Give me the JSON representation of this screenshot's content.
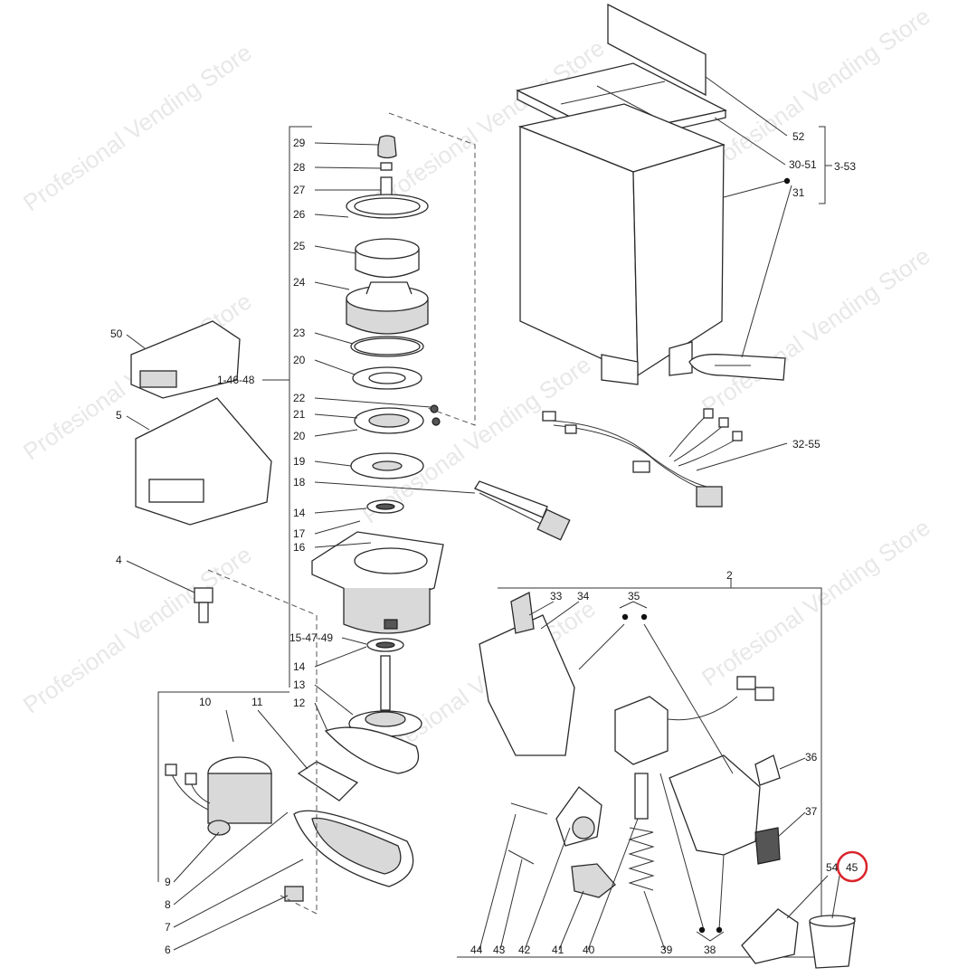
{
  "watermark": "Profesional Vending Store",
  "highlight_color": "#d9252b",
  "labels": {
    "l52": "52",
    "l30_51": "30-51",
    "l3_53": "3-53",
    "l31": "31",
    "l32_55": "32-55",
    "l29": "29",
    "l28": "28",
    "l27": "27",
    "l26": "26",
    "l25": "25",
    "l24": "24",
    "l23": "23",
    "l20a": "20",
    "l22": "22",
    "l21": "21",
    "l20b": "20",
    "l19": "19",
    "l18": "18",
    "l14a": "14",
    "l17": "17",
    "l16": "16",
    "l15_47_49": "15-47-49",
    "l14b": "14",
    "l13": "13",
    "l12": "12",
    "l1_46_48": "1-46-48",
    "l50": "50",
    "l5": "5",
    "l4": "4",
    "l10": "10",
    "l11": "11",
    "l9": "9",
    "l8": "8",
    "l7": "7",
    "l6": "6",
    "l2": "2",
    "l33": "33",
    "l34": "34",
    "l35": "35",
    "l36": "36",
    "l37": "37",
    "l54": "54",
    "l45": "45",
    "l44": "44",
    "l43": "43",
    "l42": "42",
    "l41": "41",
    "l40": "40",
    "l39": "39",
    "l38": "38"
  }
}
